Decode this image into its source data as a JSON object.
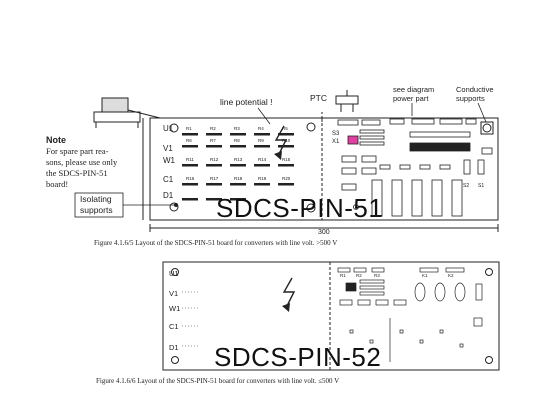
{
  "board1": {
    "name": "SDCS-PIN-51",
    "rows": [
      "U1",
      "V1",
      "W1",
      "C1",
      "D1"
    ],
    "labels": {
      "line_potential": "line potential !",
      "ptc": "PTC",
      "power_part": "see diagram\npower part",
      "conductive": "Conductive\nsupports",
      "isolating": "Isolating\nsupports",
      "s3": "S3",
      "x1": "X1"
    },
    "note": {
      "title": "Note",
      "lines": [
        "For spare part rea-",
        "sons, please use only",
        "the SDCS-PIN-51",
        "board!"
      ]
    },
    "caption": "Figure 4.1.6/5   Layout of the SDCS-PIN-51 board for converters with line volt. >500 V"
  },
  "board2": {
    "name": "SDCS-PIN-52",
    "rows": [
      "U1",
      "V1",
      "W1",
      "C1",
      "D1"
    ],
    "caption": "Figure 4.1.6/6   Layout of the SDCS-PIN-51 board for converters with line volt. ≤500 V"
  },
  "colors": {
    "ink": "#222222",
    "highlight": "#e040a0"
  }
}
